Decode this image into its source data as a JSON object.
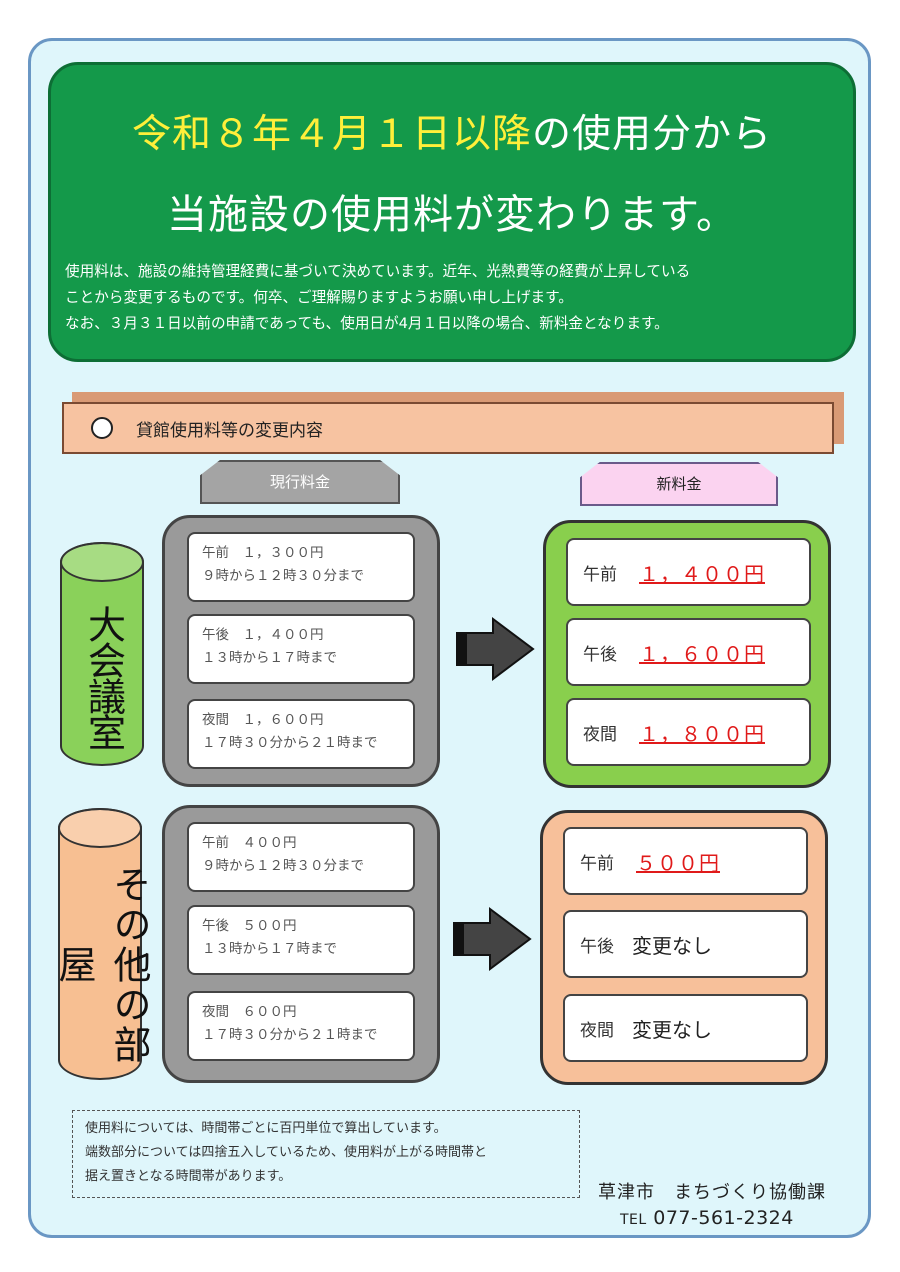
{
  "header": {
    "title_highlight": "令和８年４月１日以降",
    "title_rest": "の使用分から",
    "subtitle": "当施設の使用料が変わります。",
    "description": [
      "使用料は、施設の維持管理経費に基づいて決めています。近年、光熱費等の経費が上昇している",
      "ことから変更するものです。何卒、ご理解賜りますようお願い申し上げます。",
      "なお、３月３１日以前の申請であっても、使用日が4月１日以降の場合、新料金となります。"
    ]
  },
  "section": {
    "label": "貸館使用料等の変更内容"
  },
  "tabs": {
    "current": "現行料金",
    "new": "新料金"
  },
  "rooms": [
    {
      "name": "大会議室",
      "current": [
        {
          "line1": "午前　１，３００円",
          "line2": "９時から１２時３０分まで"
        },
        {
          "line1": "午後　１，４００円",
          "line2": "１３時から１７時まで"
        },
        {
          "line1": "夜間　１，６００円",
          "line2": "１７時３０分から２１時まで"
        }
      ],
      "new": [
        {
          "label": "午前",
          "value": "１，４００円",
          "changed": true
        },
        {
          "label": "午後",
          "value": "１，６００円",
          "changed": true
        },
        {
          "label": "夜間",
          "value": "１，８００円",
          "changed": true
        }
      ]
    },
    {
      "name": "その他の部屋",
      "current": [
        {
          "line1": "午前　４００円",
          "line2": "９時から１２時３０分まで"
        },
        {
          "line1": "午後　５００円",
          "line2": "１３時から１７時まで"
        },
        {
          "line1": "夜間　６００円",
          "line2": "１７時３０分から２１時まで"
        }
      ],
      "new": [
        {
          "label": "午前",
          "value": "５００円",
          "changed": true
        },
        {
          "label": "午後",
          "value": "変更なし",
          "changed": false
        },
        {
          "label": "夜間",
          "value": "変更なし",
          "changed": false
        }
      ]
    }
  ],
  "note": [
    "使用料については、時間帯ごとに百円単位で算出しています。",
    "端数部分については四捨五入しているため、使用料が上がる時間帯と",
    "据え置きとなる時間帯があります。"
  ],
  "footer": {
    "department": "草津市　まちづくり協働課",
    "tel_label": "TEL",
    "tel": "077-561-2324"
  },
  "colors": {
    "header_bg": "#14994a",
    "highlight": "#ffef3a",
    "price_red": "#e01a1a",
    "green_panel": "#89cf4d",
    "orange_panel": "#f7c09a",
    "gray_panel": "#9a9a9a"
  }
}
